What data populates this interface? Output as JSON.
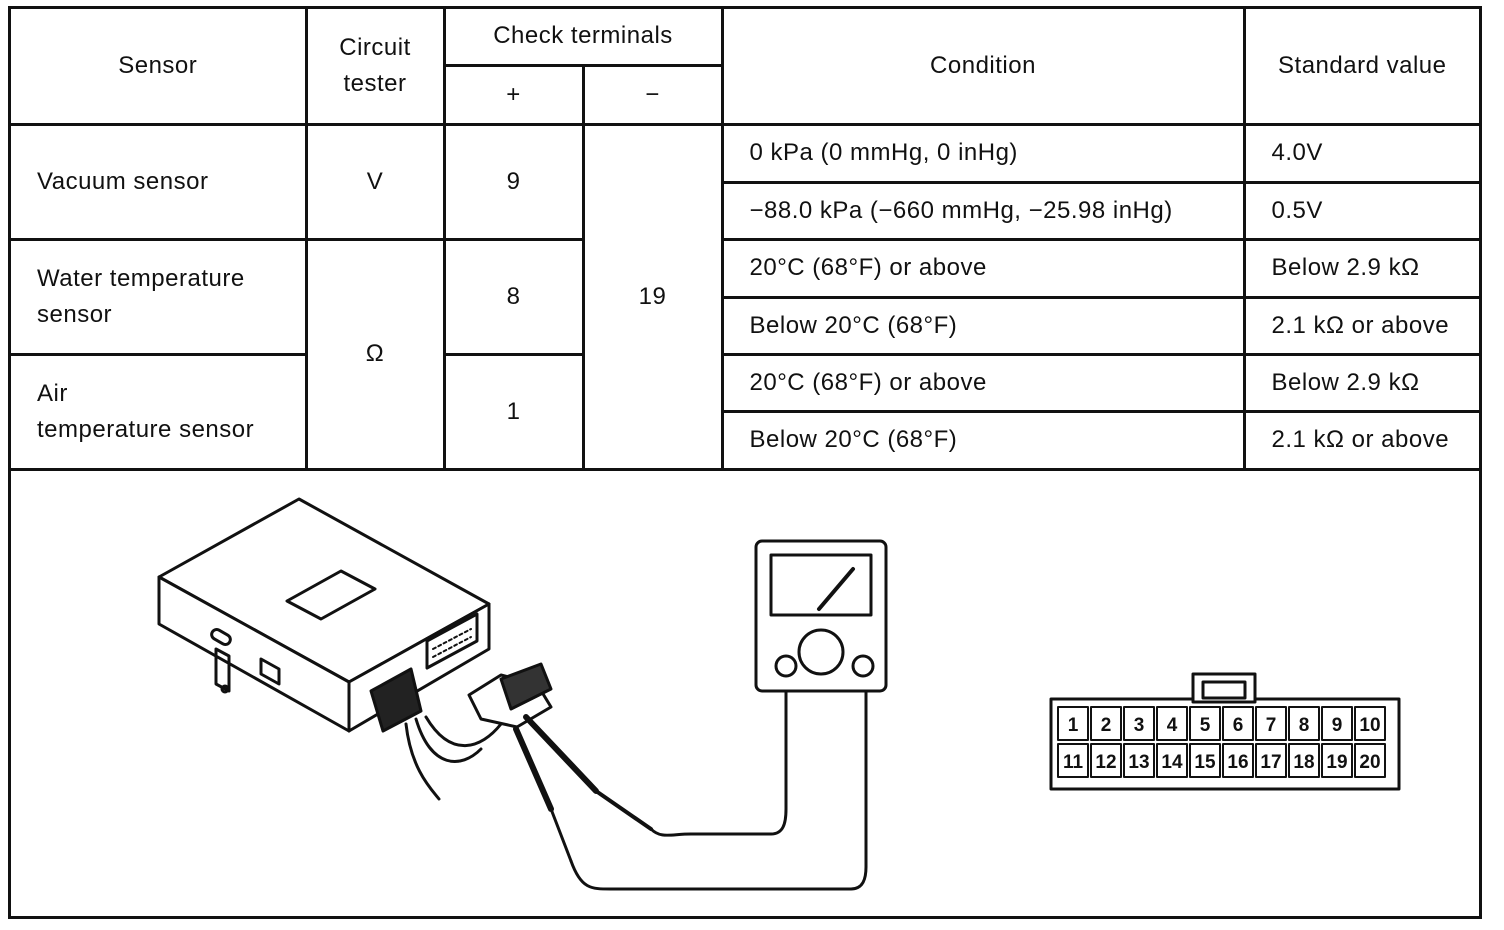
{
  "table": {
    "headers": {
      "sensor": "Sensor",
      "circuit_tester_line1": "Circuit",
      "circuit_tester_line2": "tester",
      "check_terminals": "Check terminals",
      "plus": "+",
      "minus": "−",
      "condition": "Condition",
      "standard_value": "Standard value"
    },
    "rows": [
      {
        "sensor_line1": "Vacuum sensor",
        "tester": "V",
        "plus": "9",
        "conditions": [
          "0 kPa (0 mmHg, 0 inHg)",
          "−88.0 kPa (−660 mmHg, −25.98 inHg)"
        ],
        "values": [
          "4.0V",
          "0.5V"
        ]
      },
      {
        "sensor_line1": "Water temperature",
        "sensor_line2": "sensor",
        "plus": "8",
        "conditions": [
          "20°C (68°F) or above",
          "Below 20°C (68°F)"
        ],
        "values": [
          "Below 2.9 kΩ",
          "2.1 kΩ or above"
        ]
      },
      {
        "sensor_line1": "Air",
        "sensor_line2": "temperature sensor",
        "plus": "1",
        "conditions": [
          "20°C (68°F) or above",
          "Below 20°C (68°F)"
        ],
        "values": [
          "Below 2.9 kΩ",
          "2.1 kΩ or above"
        ]
      }
    ],
    "ohm_tester": "Ω",
    "minus_terminal": "19"
  },
  "connector": {
    "pins_top": [
      "1",
      "2",
      "3",
      "4",
      "5",
      "6",
      "7",
      "8",
      "9",
      "10"
    ],
    "pins_bottom": [
      "11",
      "12",
      "13",
      "14",
      "15",
      "16",
      "17",
      "18",
      "19",
      "20"
    ]
  }
}
